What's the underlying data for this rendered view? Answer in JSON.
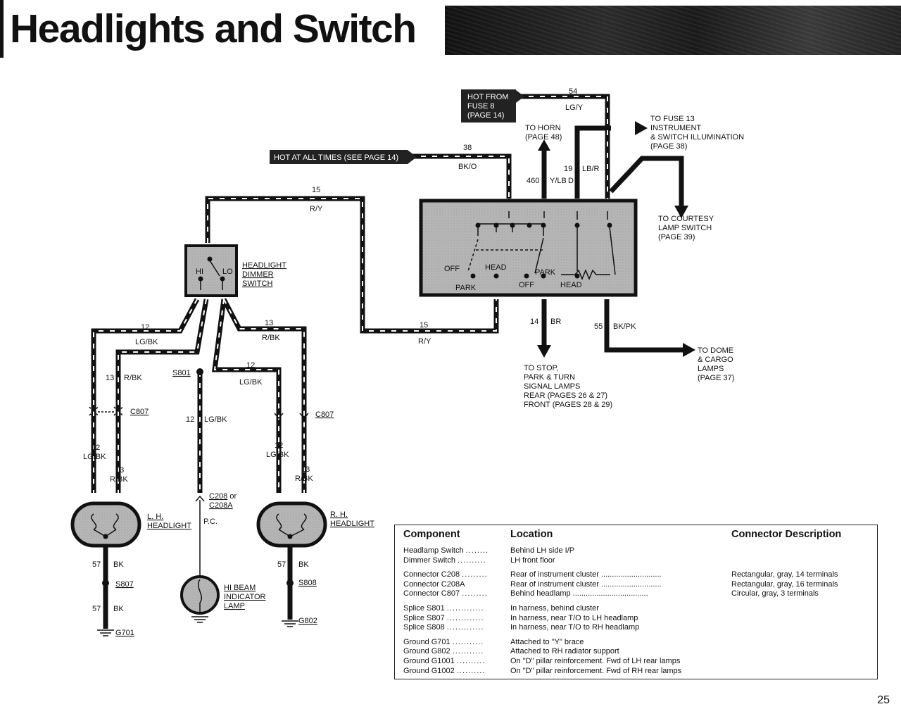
{
  "header": {
    "title": "Headlights and Switch"
  },
  "page_number": "25",
  "sources": {
    "hot_fuse8": [
      "HOT FROM",
      "FUSE 8",
      "(PAGE 14)"
    ],
    "hot_all_times": "HOT AT ALL TIMES (SEE PAGE 14)"
  },
  "wires": {
    "w54": "54",
    "w54_color": "LG/Y",
    "w38": "38",
    "w38_color": "BK/O",
    "w15": "15",
    "w15_color": "R/Y",
    "w460": "460",
    "w460_color": "Y/LB",
    "w460_suffix": "D",
    "w19": "19",
    "w19_color": "LB/R",
    "w14": "14",
    "w14_color": "BR",
    "w55": "55",
    "w55_color": "BK/PK",
    "w12": "12",
    "w12_color": "LG/BK",
    "w13": "13",
    "w13_color": "R/BK",
    "w57": "57",
    "w57_color": "BK",
    "pc": "P.C."
  },
  "destinations": {
    "horn": [
      "TO HORN",
      "(PAGE 48)"
    ],
    "fuse13": [
      "TO FUSE 13",
      "INSTRUMENT",
      "& SWITCH ILLUMINATION",
      "(PAGE 38)"
    ],
    "courtesy": [
      "TO COURTESY",
      "LAMP SWITCH",
      "(PAGE 39)"
    ],
    "dome": [
      "TO DOME",
      "& CARGO",
      "LAMPS",
      "(PAGE 37)"
    ],
    "stop": [
      "TO STOP,",
      "PARK & TURN",
      "SIGNAL LAMPS",
      "REAR (PAGES 26 & 27)",
      "FRONT (PAGES 28 & 29)"
    ]
  },
  "components": {
    "dimmer": [
      "HEADLIGHT",
      "DIMMER",
      "SWITCH"
    ],
    "dimmer_hi": "HI",
    "dimmer_lo": "LO",
    "switch_left": {
      "off": "OFF",
      "head": "HEAD",
      "park": "PARK"
    },
    "switch_right": {
      "park": "PARK",
      "off": "OFF",
      "head": "HEAD"
    },
    "lh_headlight": [
      "L. H.",
      "HEADLIGHT"
    ],
    "rh_headlight": [
      "R. H.",
      "HEADLIGHT"
    ],
    "hi_beam_lamp": [
      "HI BEAM",
      "INDICATOR",
      "LAMP"
    ]
  },
  "connectors": {
    "c807": "C807",
    "c208": "C208",
    "c208_or": " or",
    "c208a": "C208A",
    "s801": "S801",
    "s807": "S807",
    "s808": "S808",
    "g701": "G701",
    "g802": "G802"
  },
  "table": {
    "headers": {
      "component": "Component",
      "location": "Location",
      "connector": "Connector Description"
    },
    "groups": [
      [
        {
          "component": "Headlamp Switch",
          "dots": "........",
          "location": "Behind LH side I/P",
          "desc": ""
        },
        {
          "component": "Dimmer Switch",
          "dots": "..........",
          "location": "LH front floor",
          "desc": ""
        }
      ],
      [
        {
          "component": "Connector C208",
          "dots": ".........",
          "location": "Rear of instrument cluster ............................",
          "desc": "Rectangular, gray, 14 terminals"
        },
        {
          "component": "Connector C208A",
          "dots": "",
          "location": "Rear of instrument cluster ............................",
          "desc": "Rectangular, gray, 16 terminals"
        },
        {
          "component": "Connector C807",
          "dots": ".........",
          "location": "Behind headlamp ...................................",
          "desc": "Circular, gray, 3 terminals"
        }
      ],
      [
        {
          "component": "Splice S801",
          "dots": ".............",
          "location": "In harness, behind cluster",
          "desc": ""
        },
        {
          "component": "Splice S807",
          "dots": ".............",
          "location": "In harness, near T/O to LH headlamp",
          "desc": ""
        },
        {
          "component": "Splice S808",
          "dots": ".............",
          "location": "In harness, near T/O to RH headlamp",
          "desc": ""
        }
      ],
      [
        {
          "component": "Ground G701",
          "dots": "...........",
          "location": "Attached to \"Y\" brace",
          "desc": ""
        },
        {
          "component": "Ground G802",
          "dots": "...........",
          "location": "Attached to RH radiator support",
          "desc": ""
        },
        {
          "component": "Ground G1001",
          "dots": "..........",
          "location": "On \"D\" pillar reinforcement. Fwd of LH rear lamps",
          "desc": ""
        },
        {
          "component": "Ground G1002",
          "dots": "..........",
          "location": "On \"D\" pillar reinforcement. Fwd of RH rear lamps",
          "desc": ""
        }
      ]
    ]
  },
  "colors": {
    "fill": "#b5b5b5",
    "wire": "#111111",
    "paper": "#ffffff"
  }
}
